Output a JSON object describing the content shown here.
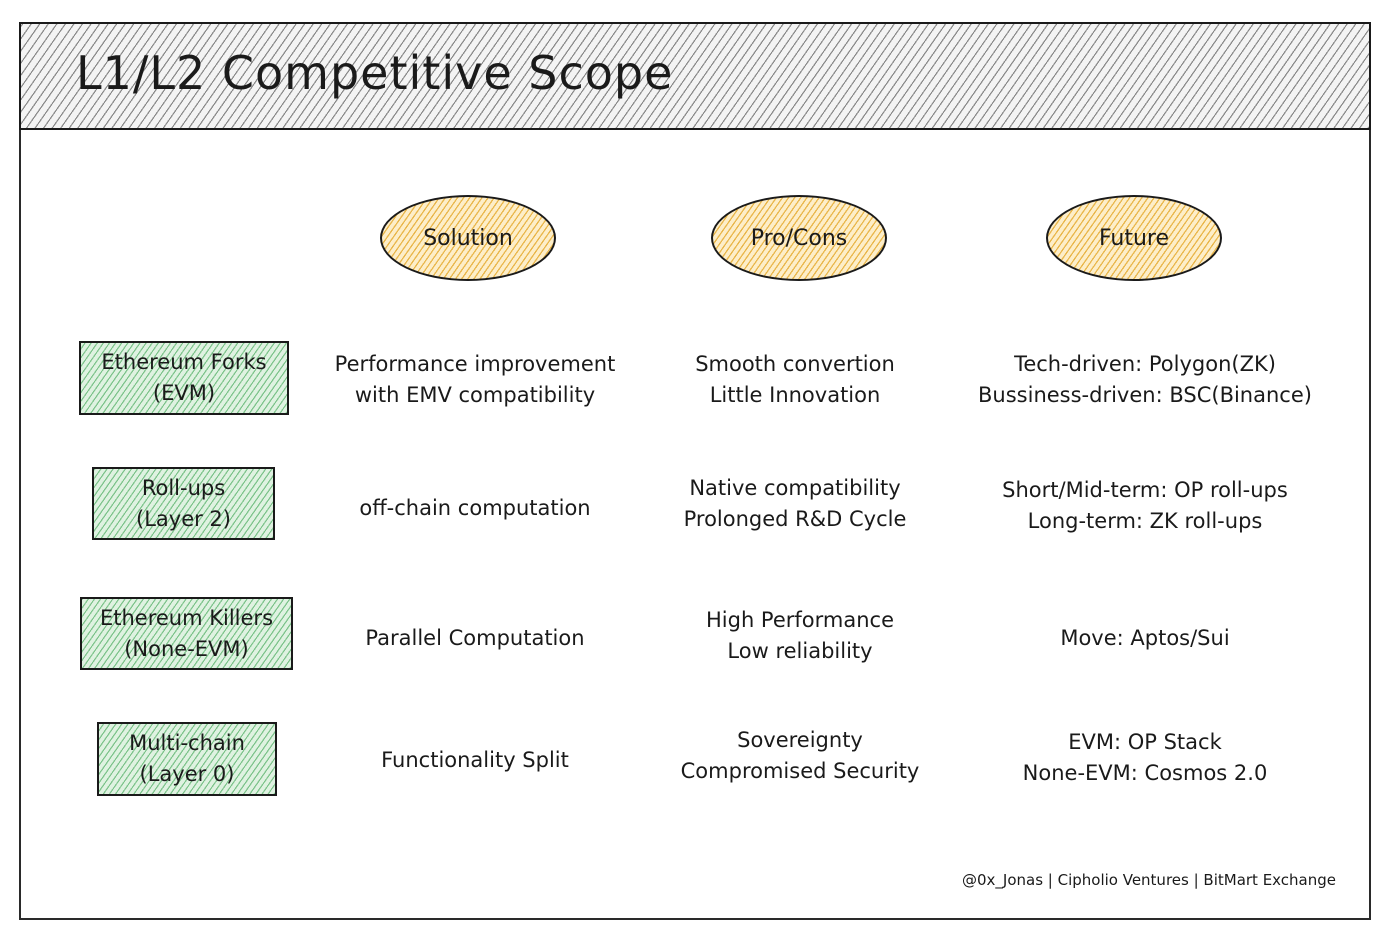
{
  "title": "L1/L2 Competitive Scope",
  "headers": [
    "Solution",
    "Pro/Cons",
    "Future"
  ],
  "rows": [
    {
      "label": [
        "Ethereum Forks",
        "(EVM)"
      ],
      "solution": [
        "Performance improvement",
        "with EMV compatibility"
      ],
      "procons": [
        "Smooth convertion",
        "Little Innovation"
      ],
      "future": [
        "Tech-driven: Polygon(ZK)",
        "Bussiness-driven: BSC(Binance)"
      ]
    },
    {
      "label": [
        "Roll-ups",
        "(Layer 2)"
      ],
      "solution": [
        "off-chain computation"
      ],
      "procons": [
        "Native compatibility",
        "Prolonged R&D Cycle"
      ],
      "future": [
        "Short/Mid-term: OP roll-ups",
        "Long-term: ZK roll-ups"
      ]
    },
    {
      "label": [
        "Ethereum Killers",
        "(None-EVM)"
      ],
      "solution": [
        "Parallel Computation"
      ],
      "procons": [
        "High Performance",
        "Low reliability"
      ],
      "future": [
        "Move: Aptos/Sui"
      ]
    },
    {
      "label": [
        "Multi-chain",
        "(Layer 0)"
      ],
      "solution": [
        "Functionality Split"
      ],
      "procons": [
        "Sovereignty",
        "Compromised Security"
      ],
      "future": [
        "EVM: OP Stack",
        "None-EVM: Cosmos 2.0"
      ]
    }
  ],
  "credit": "@0x_Jonas | Cipholio Ventures | BitMart Exchange",
  "colors": {
    "header_fill": "#fdeec9",
    "header_hatch": "#e9b64a",
    "label_fill": "#dff2e1",
    "label_hatch": "#7cc38a",
    "title_hatch": "#8a8a8a"
  }
}
